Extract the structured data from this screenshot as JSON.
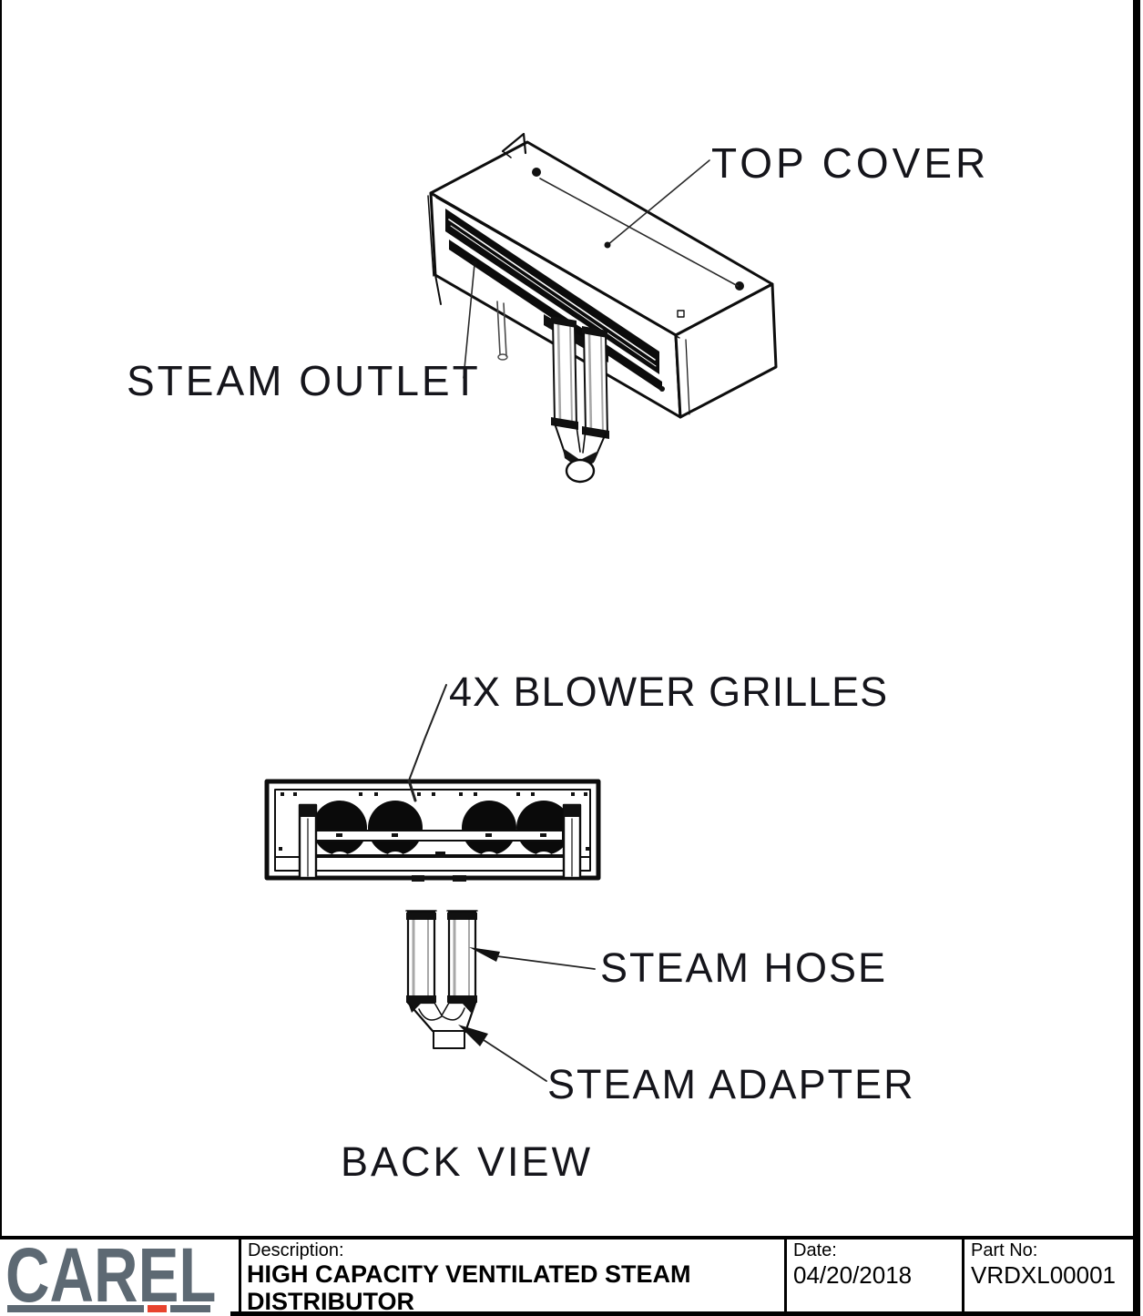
{
  "figures": {
    "isometric": {
      "labels": {
        "top_cover": "TOP COVER",
        "steam_outlet": "STEAM OUTLET"
      }
    },
    "back": {
      "labels": {
        "blower_grilles": "4X BLOWER GRILLES",
        "steam_hose": "STEAM HOSE",
        "steam_adapter": "STEAM ADAPTER",
        "caption": "BACK VIEW"
      }
    }
  },
  "title_block": {
    "logo_text": "CAREL",
    "description_label": "Description:",
    "description_value": "HIGH CAPACITY VENTILATED STEAM DISTRIBUTOR",
    "date_label": "Date:",
    "date_value": "04/20/2018",
    "part_no_label": "Part No:",
    "part_no_value": "VRDXL00001"
  },
  "colors": {
    "line": "#0d0d0d",
    "logo_gray": "#5d6973",
    "logo_red": "#e8432e",
    "label_text": "#15151b"
  }
}
